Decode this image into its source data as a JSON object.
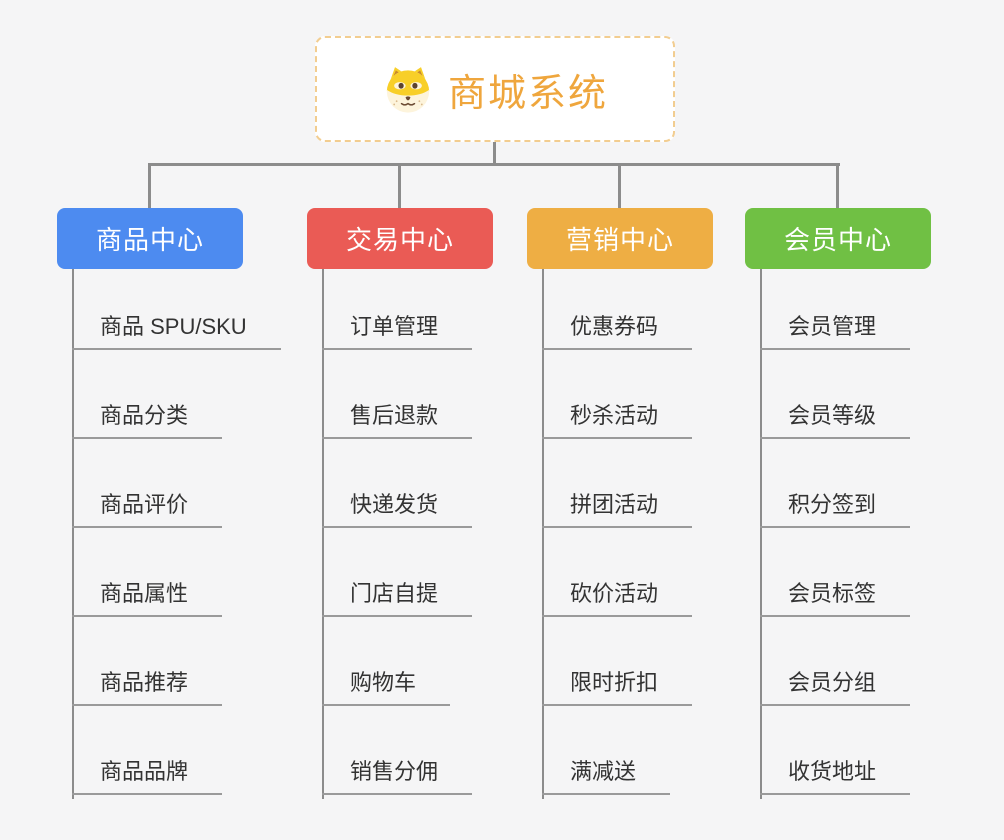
{
  "root": {
    "title": "商城系统",
    "icon": "doge-icon"
  },
  "branches": [
    {
      "label": "商品中心",
      "color": "#4D8BF0",
      "items": [
        "商品 SPU/SKU",
        "商品分类",
        "商品评价",
        "商品属性",
        "商品推荐",
        "商品品牌"
      ]
    },
    {
      "label": "交易中心",
      "color": "#EA5B55",
      "items": [
        "订单管理",
        "售后退款",
        "快递发货",
        "门店自提",
        "购物车",
        "销售分佣"
      ]
    },
    {
      "label": "营销中心",
      "color": "#EEAE44",
      "items": [
        "优惠券码",
        "秒杀活动",
        "拼团活动",
        "砍价活动",
        "限时折扣",
        "满减送"
      ]
    },
    {
      "label": "会员中心",
      "color": "#70C044",
      "items": [
        "会员管理",
        "会员等级",
        "积分签到",
        "会员标签",
        "会员分组",
        "收货地址"
      ]
    }
  ],
  "colors": {
    "background": "#F5F5F6",
    "connector": "#8C8C8C",
    "leaf_underline": "#9A9A9A",
    "root_text": "#EFA63D",
    "root_border": "#F2CD90",
    "leaf_text": "#333333"
  }
}
